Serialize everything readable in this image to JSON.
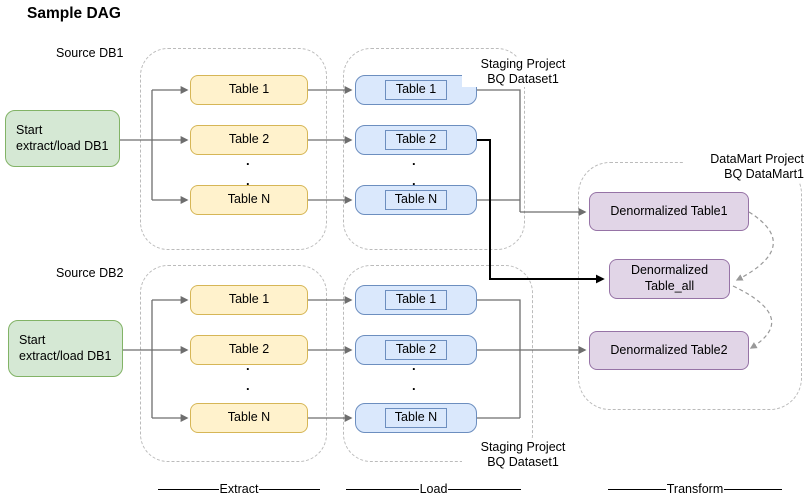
{
  "diagram": {
    "title": "Sample DAG",
    "source1_label": "Source DB1",
    "source2_label": "Source DB2",
    "start1": "Start extract/load DB1",
    "start2": "Start extract/load DB1",
    "tables": {
      "t1": "Table 1",
      "t2": "Table 2",
      "tn": "Table N"
    },
    "dots": ".",
    "staging_top": {
      "line1": "Staging Project",
      "line2": "BQ Dataset1"
    },
    "staging_bottom": {
      "line1": "Staging Project",
      "line2": "BQ Dataset1"
    },
    "datamart_label": {
      "line1": "DataMart Project",
      "line2": "BQ DataMart1"
    },
    "denorm1": "Denormalized Table1",
    "denorm_all": {
      "line1": "Denormalized",
      "line2": "Table_all"
    },
    "denorm2": "Denormalized Table2",
    "phases": {
      "extract": "Extract",
      "load": "Load",
      "transform": "Transform"
    },
    "colors": {
      "start_fill": "#d5e8d4",
      "start_stroke": "#82b366",
      "extract_fill": "#fff2cc",
      "extract_stroke": "#d6b656",
      "load_fill": "#dae8fc",
      "load_stroke": "#6c8ebf",
      "datamart_fill": "#e1d5e7",
      "datamart_stroke": "#9673a6",
      "connector": "#6e6e6e",
      "highlight_connector": "#000000",
      "container_border": "#bbbbbb",
      "arc": "#999999"
    }
  }
}
